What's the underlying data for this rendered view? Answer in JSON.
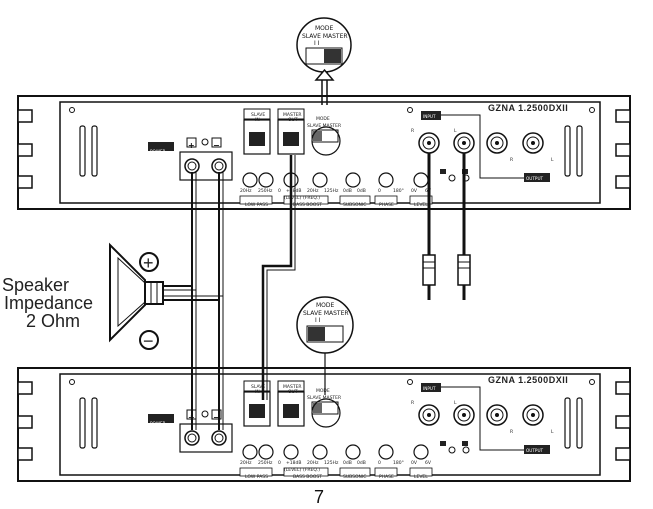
{
  "speaker": {
    "line1": "Speaker",
    "line2": "Impedance",
    "line3": "2 Ohm",
    "plus": "+",
    "minus": "−"
  },
  "amp": {
    "model": "GZNA 1.2500DXII",
    "power_label": "POWER",
    "slave_in": [
      "SLAVE",
      "IN"
    ],
    "master_out": [
      "MASTER",
      "OUT"
    ],
    "mode_small": [
      "MODE",
      "SLAVE MASTER"
    ],
    "input_label": "INPUT",
    "output_label": "OUTPUT",
    "ch_r": "R",
    "ch_l": "L",
    "knob_scale_labels": [
      "20Hz",
      "250Hz",
      "0",
      "+18dB",
      "20Hz",
      "125Hz",
      "0dB",
      "0dB",
      "0",
      "180°",
      "0V",
      "6V"
    ],
    "section_labels": [
      "LOW PASS",
      "BASS BOOST",
      "SUBSONIC",
      "PHASE",
      "LEVEL"
    ],
    "bass_sub": [
      "(LEVEL)",
      "(FREQ.)"
    ],
    "term_plus": "+",
    "term_minus": "−"
  },
  "mode_callout": {
    "title": "MODE",
    "labels": "SLAVE MASTER",
    "ticks": "I    I"
  },
  "page_number": "7"
}
